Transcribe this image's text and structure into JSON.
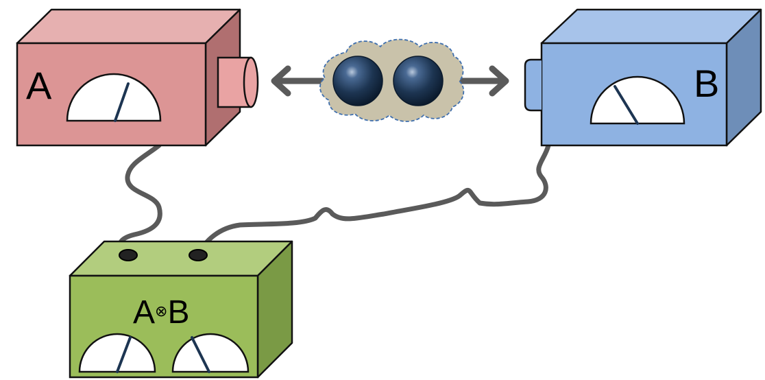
{
  "detector_a": {
    "label": "A",
    "colors": {
      "front": "#dc9595",
      "top": "#e6b0b0",
      "side": "#b06f70",
      "port": "#e9a3a3"
    }
  },
  "detector_b": {
    "label": "B",
    "colors": {
      "front": "#8eb2e2",
      "top": "#a7c3ea",
      "side": "#6e8eb8",
      "port": "#8eb2e2"
    }
  },
  "joint_detector": {
    "label_left": "A",
    "label_symbol": "⊗",
    "label_right": "B",
    "colors": {
      "front": "#9bbd5a",
      "top": "#b2cd7e",
      "side": "#7a9a45"
    }
  },
  "source": {
    "cloud_color": "#c9c2aa",
    "particle_color": "#1d3552",
    "arrow_color": "#5a5a5a"
  },
  "cable_color": "#5a5a5a",
  "outline_color": "#111111",
  "meter": {
    "face_color": "#ffffff",
    "needle_color": "#1d3552"
  }
}
